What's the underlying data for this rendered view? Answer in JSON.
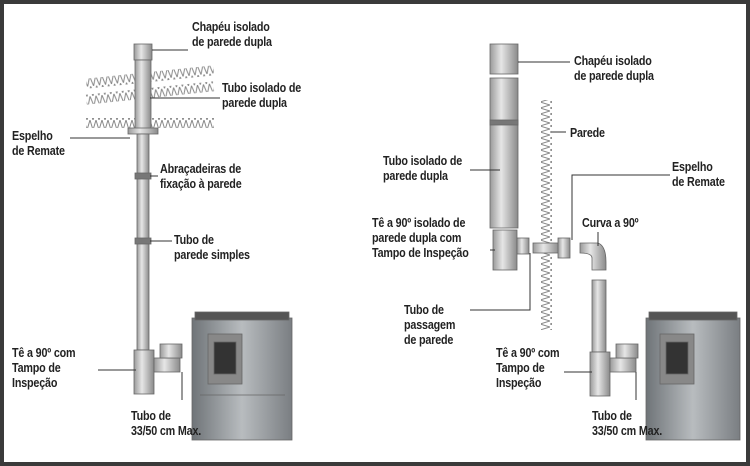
{
  "left_diagram": {
    "cap": "Chapéu isolado\nde parede dupla",
    "insulated_tube": "Tubo isolado de\nparede dupla",
    "trim_plate": "Espelho\nde Remate",
    "clamps": "Abraçadeiras de\nfixação à parede",
    "single_wall_tube": "Tubo de\nparede simples",
    "tee": "Tê a 90º com\nTampo de\nInspeção",
    "tube_length": "Tubo de\n33/50 cm Max."
  },
  "right_diagram": {
    "cap": "Chapéu isolado\nde parede dupla",
    "wall": "Parede",
    "insulated_tube": "Tubo isolado de\nparede dupla",
    "trim_plate": "Espelho\nde Remate",
    "insulated_tee": "Tê a 90º isolado de\nparede dupla com\nTampo de Inspeção",
    "elbow": "Curva a 90º",
    "wall_pass_tube": "Tubo de\npassagem\nde parede",
    "tee": "Tê a 90º com\nTampo de\nInspeção",
    "tube_length": "Tubo de\n33/50 cm Max."
  }
}
